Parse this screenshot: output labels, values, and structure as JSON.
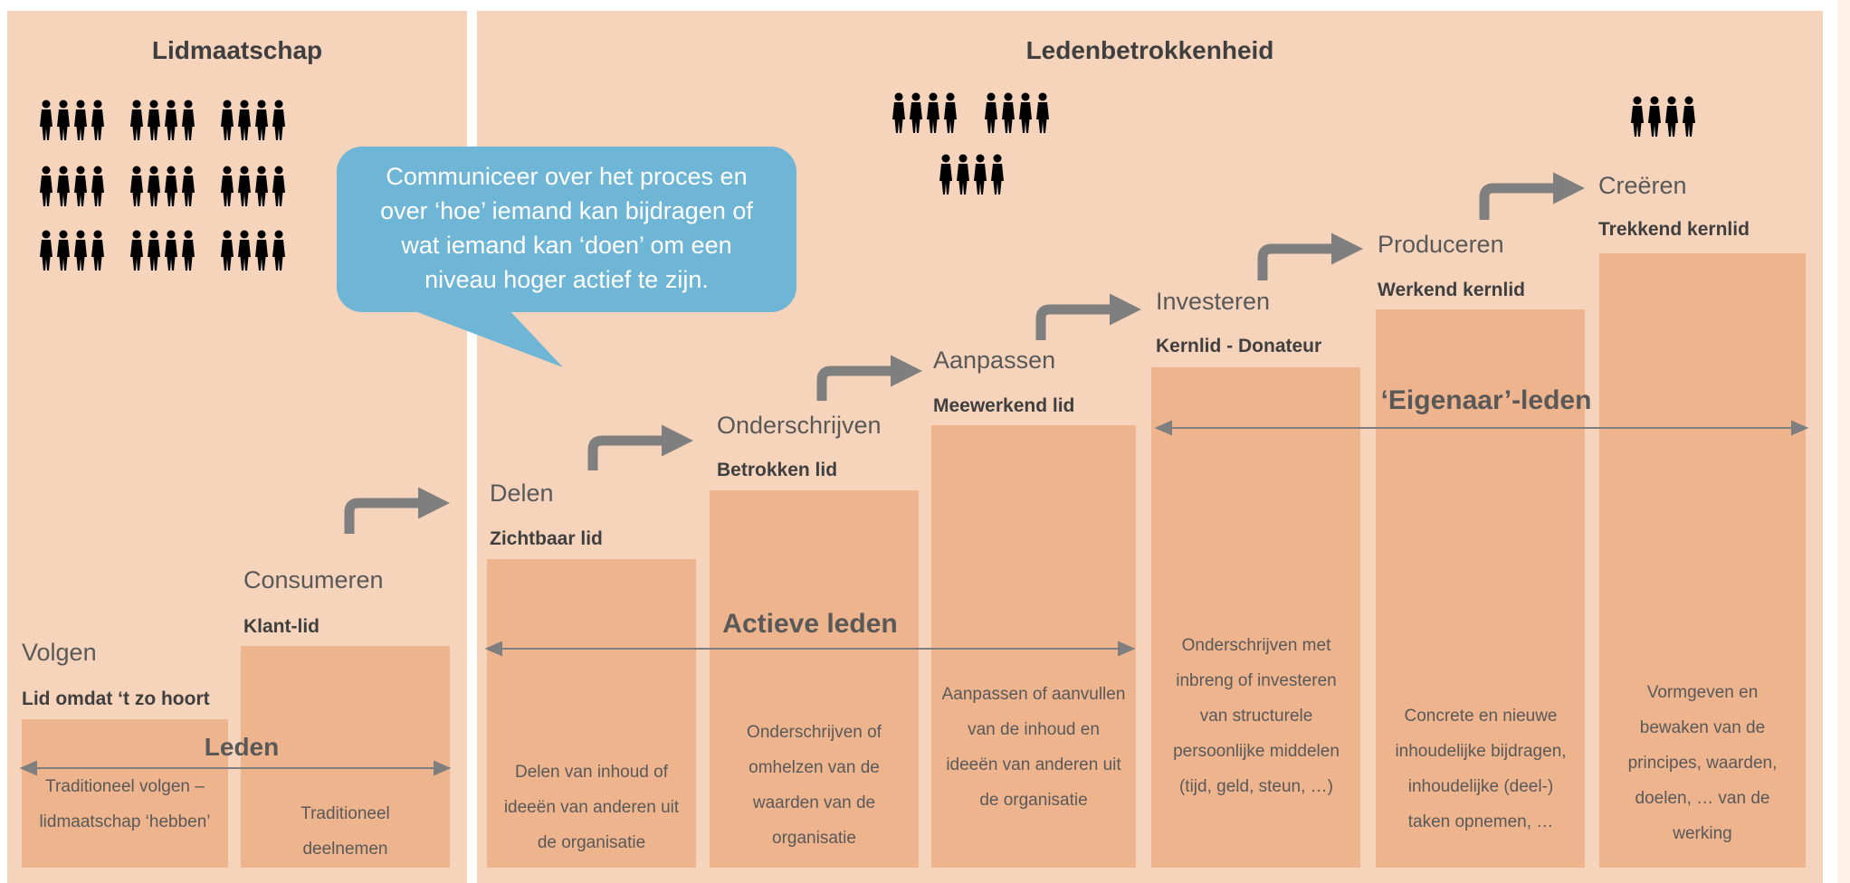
{
  "sections": {
    "left_title": "Lidmaatschap",
    "right_title": "Ledenbetrokkenheid"
  },
  "callout": {
    "lines": [
      "Communiceer over het proces en",
      "over ‘hoe’ iemand kan bijdragen of",
      "wat iemand kan ‘doen’ om een",
      "niveau hoger actief te zijn."
    ]
  },
  "steps": [
    {
      "name": "Volgen",
      "role": "Lid omdat ‘t zo hoort",
      "description": [
        "Traditioneel volgen –",
        "lidmaatschap ‘hebben’"
      ]
    },
    {
      "name": "Consumeren",
      "role": "Klant-lid",
      "description": [
        "Traditioneel",
        "deelnemen"
      ]
    },
    {
      "name": "Delen",
      "role": "Zichtbaar lid",
      "description": [
        "Delen van inhoud of",
        "ideeën van anderen uit",
        "de organisatie"
      ]
    },
    {
      "name": "Onderschrijven",
      "role": "Betrokken lid",
      "description": [
        "Onderschrijven of",
        "omhelzen van de",
        "waarden van de",
        "organisatie"
      ]
    },
    {
      "name": "Aanpassen",
      "role": "Meewerkend lid",
      "description": [
        "Aanpassen of aanvullen",
        "van de inhoud en",
        "ideeën van anderen uit",
        "de organisatie"
      ]
    },
    {
      "name": "Investeren",
      "role": "Kernlid - Donateur",
      "description": [
        "Onderschrijven met",
        "inbreng of investeren",
        "van structurele",
        "persoonlijke middelen",
        "(tijd, geld, steun, …)"
      ]
    },
    {
      "name": "Produceren",
      "role": "Werkend kernlid",
      "description": [
        "Concrete en nieuwe",
        "inhoudelijke bijdragen,",
        "inhoudelijke (deel-)",
        "taken opnemen, …"
      ]
    },
    {
      "name": "Creëren",
      "role": "Trekkend kernlid",
      "description": [
        "Vormgeven en",
        "bewaken van de",
        "principes, waarden,",
        "doelen, … van de",
        "werking"
      ]
    }
  ],
  "groups": {
    "leden": "Leden",
    "actieve": "Actieve leden",
    "eigenaar": "‘Eigenaar’-leden"
  },
  "colors": {
    "panel": "#f6d4bb",
    "bar": "#eeb48e",
    "callout": "#6fb6d6",
    "arrow": "#7f7f7f",
    "figures": "#000000"
  },
  "icons": {
    "people": "people-group-icon",
    "step_arrow": "step-up-arrow-icon",
    "range_arrow": "double-headed-arrow-icon"
  }
}
